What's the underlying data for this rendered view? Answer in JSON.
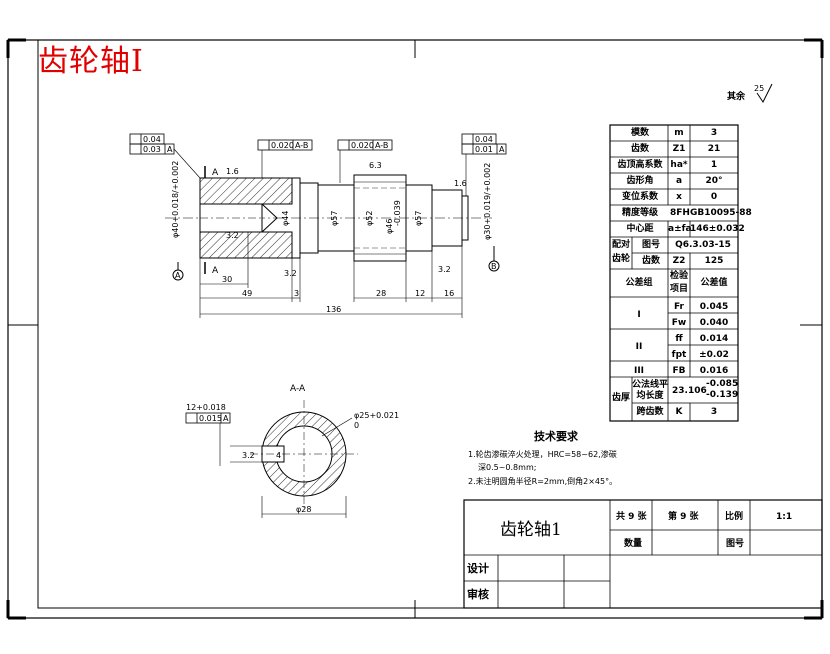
{
  "header": {
    "title": "齿轮轴I",
    "surface_note": "其余",
    "surface_value": "25"
  },
  "params": [
    {
      "name": "模数",
      "sym": "m",
      "val": "3"
    },
    {
      "name": "齿数",
      "sym": "Z1",
      "val": "21"
    },
    {
      "name": "齿顶高系数",
      "sym": "ha*",
      "val": "1"
    },
    {
      "name": "齿形角",
      "sym": "a",
      "val": "20°"
    },
    {
      "name": "变位系数",
      "sym": "x",
      "val": "0"
    },
    {
      "name": "精度等级",
      "sym": "",
      "val": "8FHGB10095-88"
    },
    {
      "name": "中心距",
      "sym": "a±fa",
      "val": "146±0.032"
    }
  ],
  "mating": {
    "label_a": "配对",
    "label_b": "齿轮",
    "part_label": "图号",
    "part_val": "Q6.3.03-15",
    "teeth_label": "齿数",
    "teeth_sym": "Z2",
    "teeth_val": "125"
  },
  "tol_header": {
    "group": "公差组",
    "item": "检验项目",
    "value": "公差值"
  },
  "tolerances": [
    {
      "group": "I",
      "rows": [
        {
          "sym": "Fr",
          "val": "0.045"
        },
        {
          "sym": "Fw",
          "val": "0.040"
        }
      ]
    },
    {
      "group": "II",
      "rows": [
        {
          "sym": "ff",
          "val": "0.014"
        },
        {
          "sym": "fpt",
          "val": "±0.02"
        }
      ]
    },
    {
      "group": "III",
      "rows": [
        {
          "sym": "FB",
          "val": "0.016"
        }
      ]
    }
  ],
  "thickness": {
    "label_a": "齿厚",
    "row1_label_a": "公法线平",
    "row1_label_b": "均长度",
    "row1_main": "23.106",
    "row1_up": "-0.085",
    "row1_low": "-0.139",
    "row2_label": "跨齿数",
    "row2_sym": "K",
    "row2_val": "3"
  },
  "tech": {
    "heading": "技术要求",
    "line1": "1.轮齿渗碳淬火处理，HRC=58~62,渗碳",
    "line2": "深0.5~0.8mm;",
    "line3": "2.未注明圆角半径R=2mm,倒角2×45°。"
  },
  "titleblock": {
    "name": "齿轮轴1",
    "sheets_total": "共 9 张",
    "sheet_no": "第 9 张",
    "scale_label": "比例",
    "scale_value": "1:1",
    "qty_label": "数量",
    "drawing_label": "图号",
    "design_label": "设计",
    "review_label": "审核"
  },
  "drawing": {
    "gdt1": "0.04",
    "gdt2": "0.03",
    "gdt3": "0.020",
    "gdt4": "0.020",
    "gdt5": "0.04",
    "gdt6": "0.01",
    "datum": "A",
    "datum_ab": "A-B",
    "ra16": "1.6",
    "ra32": "3.2",
    "ra63": "6.3",
    "dia_left": "φ40+0.018/+0.002",
    "dia_14": "φ44",
    "dia_57": "φ57",
    "dia_52": "φ52",
    "dia_46": "φ46",
    "dia_46_tol": "-0.039",
    "dia_right": "φ30+0.019/+0.002",
    "len_30": "30",
    "len_49": "49",
    "len_3": "3",
    "len_28": "28",
    "len_12": "12",
    "len_16": "16",
    "len_136": "136",
    "section": "A-A",
    "sec_tol_a": "12+0.018",
    "sec_tol_b": "0.015",
    "sec_dia": "φ25+0.021",
    "sec_dia_low": "0",
    "sec_ra": "3.2",
    "sec_28": "φ28",
    "sec_depth": "4",
    "datum_a_mark": "A",
    "datum_b_mark": "B"
  }
}
